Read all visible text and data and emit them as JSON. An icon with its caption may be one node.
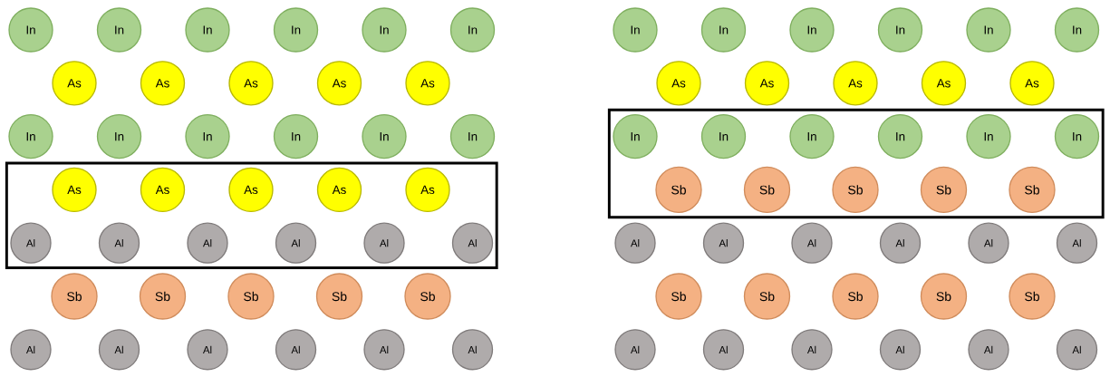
{
  "diagram": {
    "nodes": [
      {
        "text": [
          "In"
        ]
      },
      {
        "text": [
          "In"
        ]
      },
      {
        "text": [
          "In"
        ]
      },
      {
        "text": [
          "In"
        ]
      },
      {
        "text": [
          "In"
        ]
      },
      {
        "text": [
          "In"
        ]
      },
      {
        "text": [
          "As"
        ]
      },
      {
        "text": [
          "As"
        ]
      },
      {
        "text": [
          "As"
        ]
      },
      {
        "text": [
          "As"
        ]
      },
      {
        "text": [
          "As"
        ]
      },
      {
        "text": [
          "In"
        ]
      },
      {
        "text": [
          "In"
        ]
      },
      {
        "text": [
          "In"
        ]
      },
      {
        "text": [
          "In"
        ]
      },
      {
        "text": [
          "In"
        ]
      },
      {
        "text": [
          "In"
        ]
      },
      {
        "text": [],
        "shape": "box"
      },
      {
        "text": [
          "As"
        ],
        "in": 17
      },
      {
        "text": [
          "As"
        ],
        "in": 17
      },
      {
        "text": [
          "As"
        ],
        "in": 17
      },
      {
        "text": [
          "As"
        ],
        "in": 17
      },
      {
        "text": [
          "As"
        ],
        "in": 17
      },
      {
        "text": [
          "Al"
        ],
        "in": 17
      },
      {
        "text": [
          "Al"
        ],
        "in": 17
      },
      {
        "text": [
          "Al"
        ],
        "in": 17
      },
      {
        "text": [
          "Al"
        ],
        "in": 17
      },
      {
        "text": [
          "Al"
        ],
        "in": 17
      },
      {
        "text": [
          "Al"
        ],
        "in": 17
      },
      {
        "text": [
          "Sb"
        ]
      },
      {
        "text": [
          "Sb"
        ]
      },
      {
        "text": [
          "Sb"
        ]
      },
      {
        "text": [
          "Sb"
        ]
      },
      {
        "text": [
          "Sb"
        ]
      },
      {
        "text": [
          "Al"
        ]
      },
      {
        "text": [
          "Al"
        ]
      },
      {
        "text": [
          "Al"
        ]
      },
      {
        "text": [
          "Al"
        ]
      },
      {
        "text": [
          "Al"
        ]
      },
      {
        "text": [
          "Al"
        ]
      },
      {
        "text": [
          "In"
        ]
      },
      {
        "text": [
          "In"
        ]
      },
      {
        "text": [
          "In"
        ]
      },
      {
        "text": [
          "In"
        ]
      },
      {
        "text": [
          "In"
        ]
      },
      {
        "text": [
          "In"
        ]
      },
      {
        "text": [
          "As"
        ]
      },
      {
        "text": [
          "As"
        ]
      },
      {
        "text": [
          "As"
        ]
      },
      {
        "text": [
          "As"
        ]
      },
      {
        "text": [
          "As"
        ]
      },
      {
        "text": [],
        "shape": "box"
      },
      {
        "text": [
          "In"
        ],
        "in": 51
      },
      {
        "text": [
          "In"
        ],
        "in": 51
      },
      {
        "text": [
          "In"
        ],
        "in": 51
      },
      {
        "text": [
          "In"
        ],
        "in": 51
      },
      {
        "text": [
          "In"
        ],
        "in": 51
      },
      {
        "text": [
          "In"
        ],
        "in": 51
      },
      {
        "text": [
          "Sb"
        ],
        "in": 51
      },
      {
        "text": [
          "Sb"
        ],
        "in": 51
      },
      {
        "text": [
          "Sb"
        ],
        "in": 51
      },
      {
        "text": [
          "Sb"
        ],
        "in": 51
      },
      {
        "text": [
          "Sb"
        ],
        "in": 51
      },
      {
        "text": [
          "Al"
        ]
      },
      {
        "text": [
          "Al"
        ]
      },
      {
        "text": [
          "Al"
        ]
      },
      {
        "text": [
          "Al"
        ]
      },
      {
        "text": [
          "Al"
        ]
      },
      {
        "text": [
          "Al"
        ]
      },
      {
        "text": [
          "Sb"
        ]
      },
      {
        "text": [
          "Sb"
        ]
      },
      {
        "text": [
          "Sb"
        ]
      },
      {
        "text": [
          "Sb"
        ]
      },
      {
        "text": [
          "Sb"
        ]
      },
      {
        "text": [
          "Al"
        ]
      },
      {
        "text": [
          "Al"
        ]
      },
      {
        "text": [
          "Al"
        ]
      },
      {
        "text": [
          "Al"
        ]
      },
      {
        "text": [
          "Al"
        ]
      },
      {
        "text": [
          "Al"
        ]
      }
    ]
  }
}
